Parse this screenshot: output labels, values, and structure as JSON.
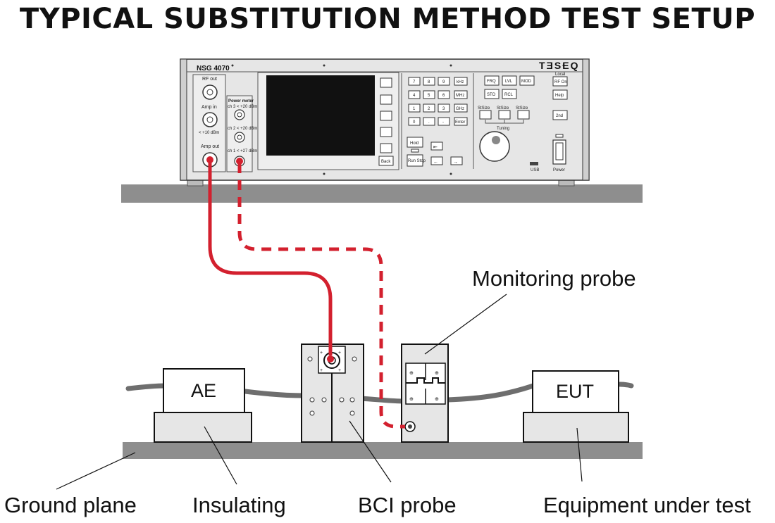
{
  "title": "TYPICAL SUBSTITUTION METHOD TEST SETUP",
  "generator": {
    "model": "NSG 4070",
    "brand": "TƎSEQ",
    "port_rf_out": "RF out",
    "port_amp_in": "Amp in",
    "amp_in_spec": "< +10 dBm",
    "port_amp_out": "Amp out",
    "power_meter": "Power meter",
    "ch3_spec": "ch 3 < +20 dBm",
    "ch2_spec": "ch 2 < +20 dBm",
    "ch1_spec": "ch 1 < +27 dBm",
    "keypad": [
      "7",
      "8",
      "9",
      "4",
      "5",
      "6",
      "1",
      "2",
      "3",
      "0",
      ".",
      "-"
    ],
    "unit_keys": [
      "kHz",
      "MHz",
      "GHz",
      "Enter"
    ],
    "hold_label": "Hold",
    "run_stop_label": "Run Stop",
    "back_label": "Back",
    "func_keys": [
      "FRQ",
      "LVL",
      "MOD",
      "STO",
      "RCL"
    ],
    "local_label": "Local",
    "rf_on_label": "RF On",
    "help_label": "Help",
    "second_label": "2nd",
    "stsize_label": "StSize",
    "tuning_label": "Tuning",
    "usb_label": "USB",
    "power_label": "Power"
  },
  "devices": {
    "ae": "AE",
    "eut": "EUT"
  },
  "labels": {
    "monitoring_probe": "Monitoring probe",
    "ground_plane": "Ground plane",
    "insulating": "Insulating",
    "bci_probe": "BCI probe",
    "equipment_under_test": "Equipment under test"
  },
  "colors": {
    "cable_red": "#d3202e",
    "plane_gray": "#8e8e8e",
    "panel_gray": "#e6e6e6",
    "screen": "#111111"
  }
}
